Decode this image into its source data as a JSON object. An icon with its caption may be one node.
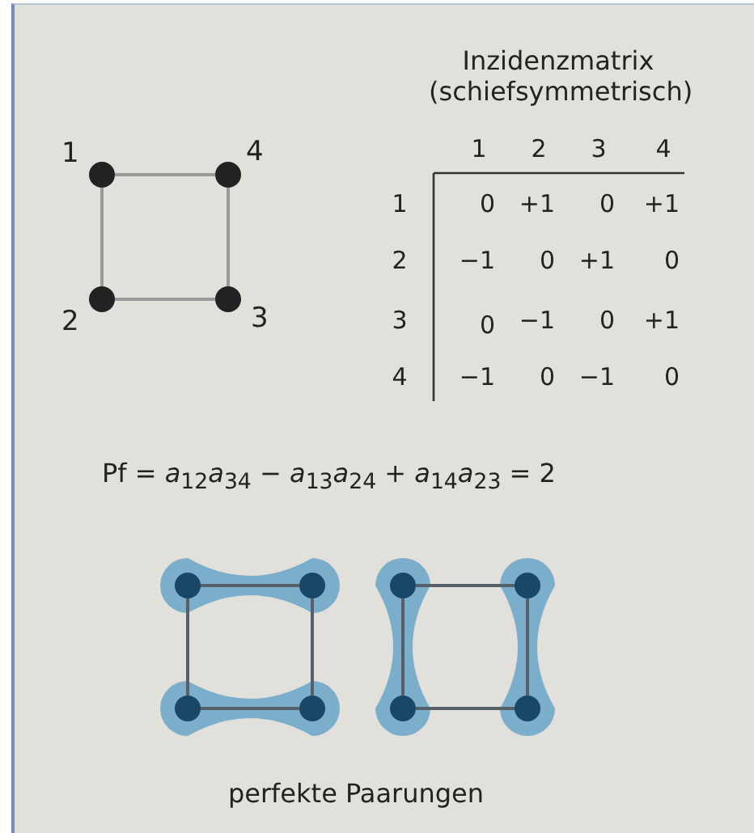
{
  "diagram": {
    "nodes": [
      {
        "text": [],
        "shape": "circle",
        "beside": [
          "1"
        ]
      },
      {
        "text": [],
        "shape": "circle",
        "beside": [
          "4"
        ]
      },
      {
        "text": [],
        "shape": "circle",
        "beside": [
          "2"
        ]
      },
      {
        "text": [],
        "shape": "circle",
        "beside": [
          "3"
        ]
      },
      {
        "text": [],
        "shape": "circle"
      },
      {
        "text": [],
        "shape": "circle"
      },
      {
        "text": [],
        "shape": "circle"
      },
      {
        "text": [],
        "shape": "circle"
      },
      {
        "text": [],
        "shape": "circle"
      },
      {
        "text": [],
        "shape": "circle"
      },
      {
        "text": [],
        "shape": "circle"
      },
      {
        "text": [],
        "shape": "circle"
      }
    ],
    "edges": [
      {
        "from": 0,
        "to": 1,
        "arrow": "none",
        "color": "#9a9a9a"
      },
      {
        "from": 0,
        "to": 2,
        "arrow": "none",
        "color": "#9a9a9a"
      },
      {
        "from": 1,
        "to": 3,
        "arrow": "none",
        "color": "#9a9a9a"
      },
      {
        "from": 2,
        "to": 3,
        "arrow": "none",
        "color": "#9a9a9a"
      },
      {
        "from": 4,
        "to": 5,
        "arrow": "none"
      },
      {
        "from": 4,
        "to": 6,
        "arrow": "none"
      },
      {
        "from": 5,
        "to": 7,
        "arrow": "none"
      },
      {
        "from": 6,
        "to": 7,
        "arrow": "none"
      },
      {
        "from": 8,
        "to": 9,
        "arrow": "none"
      },
      {
        "from": 8,
        "to": 10,
        "arrow": "none"
      },
      {
        "from": 9,
        "to": 11,
        "arrow": "none"
      },
      {
        "from": 10,
        "to": 11,
        "arrow": "none"
      }
    ],
    "labels": [
      "Inzidenzmatrix (schiefsymmetrisch)",
      "1",
      "2",
      "3",
      "4",
      "1",
      "0",
      "+1",
      "0",
      "+1",
      "2",
      "−1",
      "0",
      "+1",
      "0",
      "3",
      "0",
      "−1",
      "0",
      "+1",
      "4",
      "−1",
      "0",
      "−1",
      "0",
      "Pf = *a*$_{12}$*a*$_{34}$ − *a*$_{13}$*a*$_{24}$ + *a*$_{14}$*a*$_{23}$ = 2",
      "perfekte Paarungen"
    ]
  }
}
